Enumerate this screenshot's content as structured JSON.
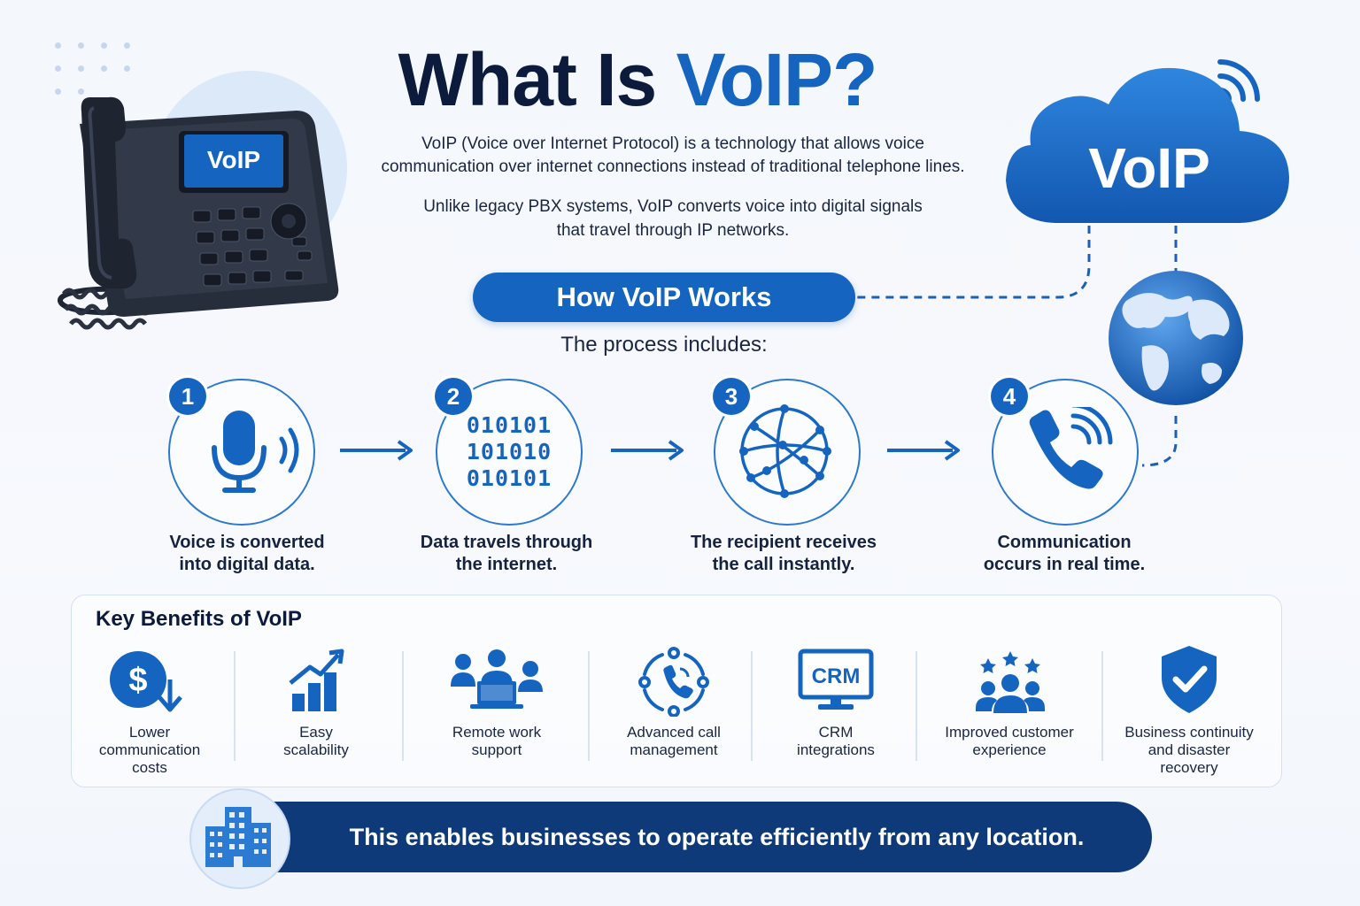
{
  "title": {
    "part1": "What Is ",
    "accent": "VoIP?"
  },
  "intro": {
    "line1": "VoIP (Voice over Internet Protocol) is a technology that allows voice",
    "line2": "communication over internet connections instead of traditional telephone lines.",
    "line3": "Unlike legacy PBX systems, VoIP converts voice into digital signals",
    "line4": "that travel through IP networks."
  },
  "phone_screen_text": "VoIP",
  "cloud_text": "VoIP",
  "how_works": {
    "pill": "How VoIP Works",
    "subtitle": "The process includes:"
  },
  "steps": [
    {
      "num": "1",
      "line1": "Voice is converted",
      "line2": "into digital data.",
      "icon": "microphone-icon"
    },
    {
      "num": "2",
      "line1": "Data travels through",
      "line2": "the internet.",
      "icon": "binary-data-icon",
      "binary": [
        "010101",
        "101010",
        "010101"
      ]
    },
    {
      "num": "3",
      "line1": "The recipient receives",
      "line2": "the call instantly.",
      "icon": "network-globe-icon"
    },
    {
      "num": "4",
      "line1": "Communication",
      "line2": "occurs in real time.",
      "icon": "phone-call-icon"
    }
  ],
  "benefits": {
    "title": "Key Benefits of VoIP",
    "items": [
      {
        "l1": "Lower",
        "l2": "communication",
        "l3": "costs",
        "icon": "dollar-down-icon"
      },
      {
        "l1": "Easy",
        "l2": "scalability",
        "l3": "",
        "icon": "growth-chart-icon"
      },
      {
        "l1": "Remote work",
        "l2": "support",
        "l3": "",
        "icon": "remote-team-icon"
      },
      {
        "l1": "Advanced call",
        "l2": "management",
        "l3": "",
        "icon": "call-management-icon"
      },
      {
        "l1": "CRM",
        "l2": "integrations",
        "l3": "",
        "icon": "crm-monitor-icon",
        "badge": "CRM"
      },
      {
        "l1": "Improved customer",
        "l2": "experience",
        "l3": "",
        "icon": "customer-stars-icon"
      },
      {
        "l1": "Business continuity",
        "l2": "and disaster",
        "l3": "recovery",
        "icon": "shield-check-icon"
      }
    ]
  },
  "banner": "This enables businesses to operate efficiently from any location.",
  "colors": {
    "primary": "#1565c0",
    "navy": "#0e3a7a",
    "title": "#0c1a3c",
    "halo": "#dce9f9"
  }
}
